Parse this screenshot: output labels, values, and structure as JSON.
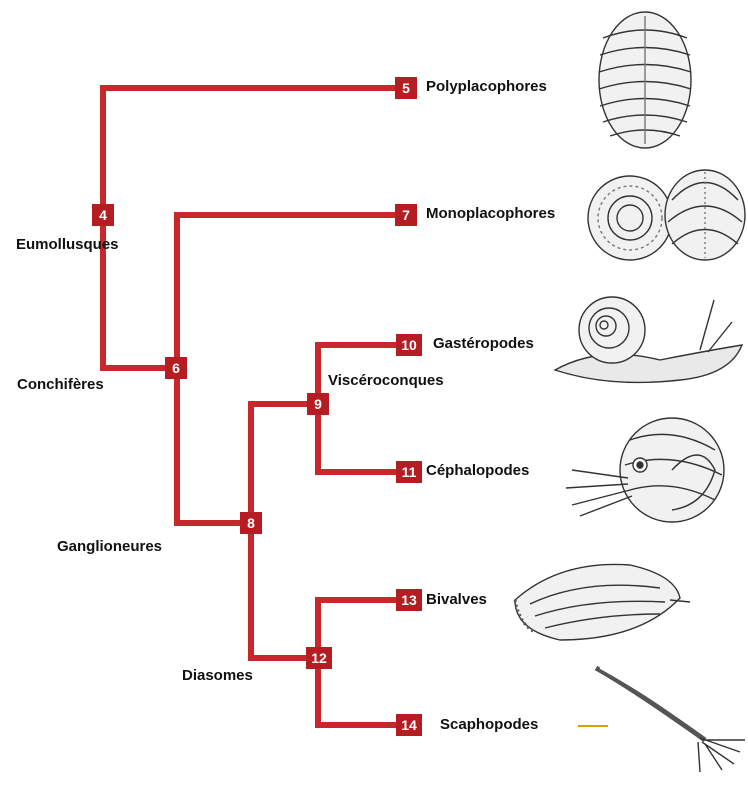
{
  "colors": {
    "branch": "#c8282c",
    "node": "#b51d23",
    "text": "#111111",
    "background": "#ffffff"
  },
  "nodes": {
    "n4": "4",
    "n5": "5",
    "n6": "6",
    "n7": "7",
    "n8": "8",
    "n9": "9",
    "n10": "10",
    "n11": "11",
    "n12": "12",
    "n13": "13",
    "n14": "14"
  },
  "taxa": {
    "polyplacophores": "Polyplacophores",
    "monoplacophores": "Monoplacophores",
    "gasteropodes": "Gastéropodes",
    "cephalopodes": "Céphalopodes",
    "bivalves": "Bivalves",
    "scaphopodes": "Scaphopodes"
  },
  "clades": {
    "eumollusques": "Eumollusques",
    "conchiferes": "Conchifères",
    "ganglioneures": "Ganglioneures",
    "visceroconques": "Viscéroconques",
    "diasomes": "Diasomes"
  },
  "illustrations": [
    "chiton-shell",
    "monoplacophoran-shells",
    "snail",
    "nautilus",
    "mussel",
    "tusk-shell"
  ]
}
